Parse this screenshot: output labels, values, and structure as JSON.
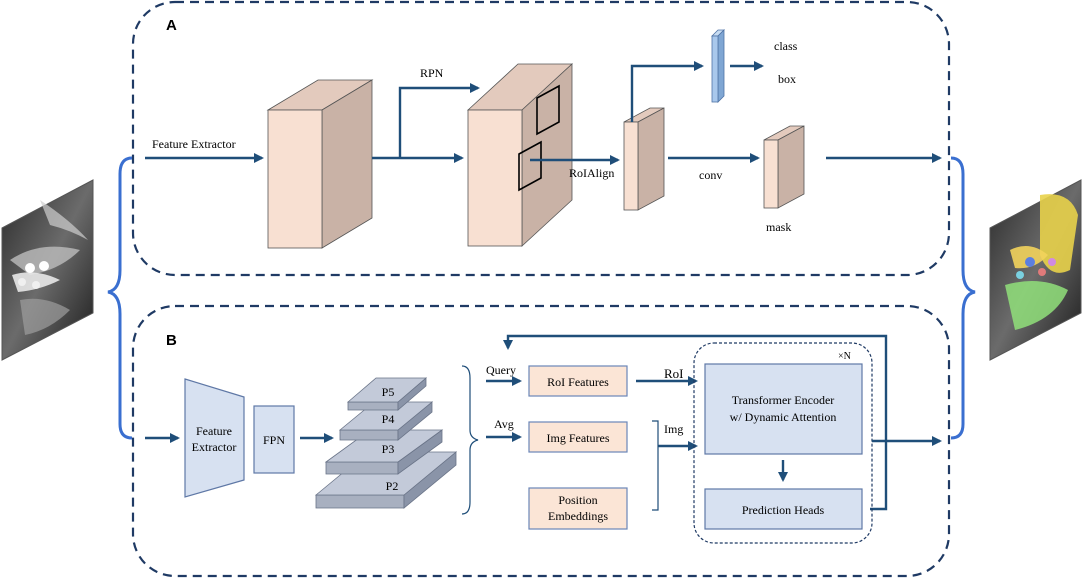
{
  "colors": {
    "arrow": "#1f4e79",
    "dashed_border": "#1f3a64",
    "brace": "#3a6fd0",
    "cube_front": "#f8e0d2",
    "cube_side": "#c9b2a6",
    "cube_top": "#e3cabd",
    "blue_fill": "#d7e1f1",
    "blue_stroke": "#5f78a6",
    "layer_top": "#c3cad9",
    "layer_side": "#8a94a8",
    "orange_fill": "#fbe5d6",
    "orange_stroke": "#6a86b8",
    "bar_fill": "#a9c8ec",
    "bar_stroke": "#4f73a6"
  },
  "panel_a": {
    "label": "A",
    "feature_extractor": "Feature Extractor",
    "rpn": "RPN",
    "roialign": "RoIAlign",
    "class": "class",
    "box": "box",
    "conv": "conv",
    "mask": "mask"
  },
  "panel_b": {
    "label": "B",
    "feature_extractor_line1": "Feature",
    "feature_extractor_line2": "Extractor",
    "fpn": "FPN",
    "pyramid": [
      "P5",
      "P4",
      "P3",
      "P2"
    ],
    "query": "Query",
    "avg": "Avg",
    "roi_features": "RoI Features",
    "img_features": "Img Features",
    "position_line1": "Position",
    "position_line2": "Embeddings",
    "roi": "RoI",
    "img": "Img",
    "repeat": "×N",
    "transformer_line1": "Transformer Encoder",
    "transformer_line2": "w/ Dynamic Attention",
    "prediction_heads": "Prediction Heads"
  },
  "images": {
    "input": "input-ct-scan",
    "output": "segmented-ct-scan"
  }
}
